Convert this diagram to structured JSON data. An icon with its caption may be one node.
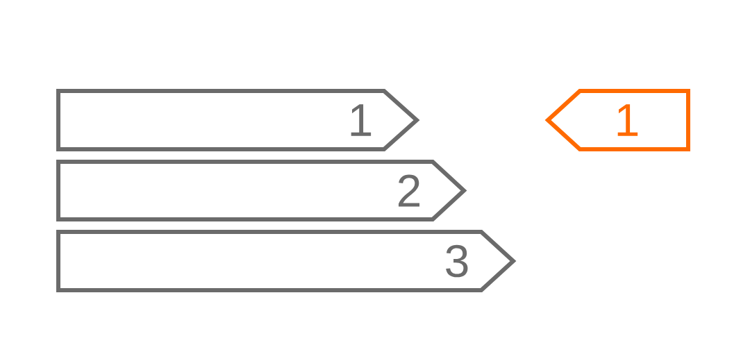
{
  "diagram": {
    "nodes": [
      {
        "text": [
          "1"
        ]
      },
      {
        "text": [
          "2"
        ]
      },
      {
        "text": [
          "3"
        ]
      },
      {
        "text": [
          "1"
        ]
      }
    ]
  }
}
